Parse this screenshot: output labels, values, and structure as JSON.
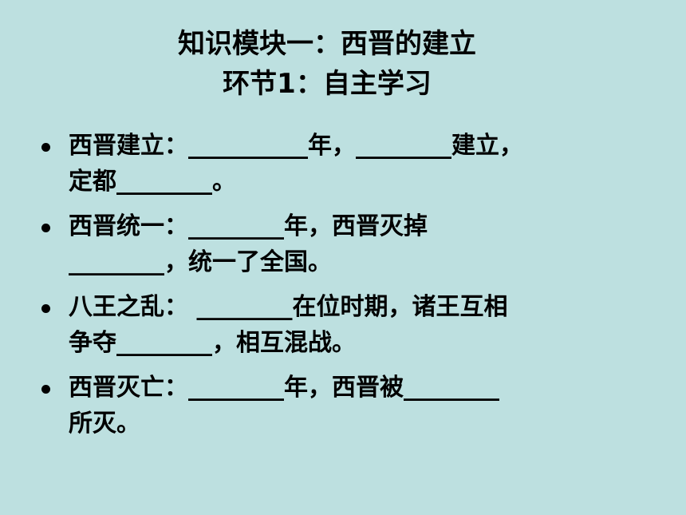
{
  "title": {
    "line1": "知识模块一：西晋的建立",
    "line2": "环节1：自主学习"
  },
  "items": [
    {
      "line1": "西晋建立：__________年，________建立，",
      "line2": "定都________。"
    },
    {
      "line1": "西晋统一：________年，西晋灭掉",
      "line2": "________，统一了全国。"
    },
    {
      "line1": "八王之乱： ________在位时期，诸王互相",
      "line2": "争夺________，相互混战。"
    },
    {
      "line1": "西晋灭亡：________年，西晋被________",
      "line2": "所灭。"
    }
  ]
}
